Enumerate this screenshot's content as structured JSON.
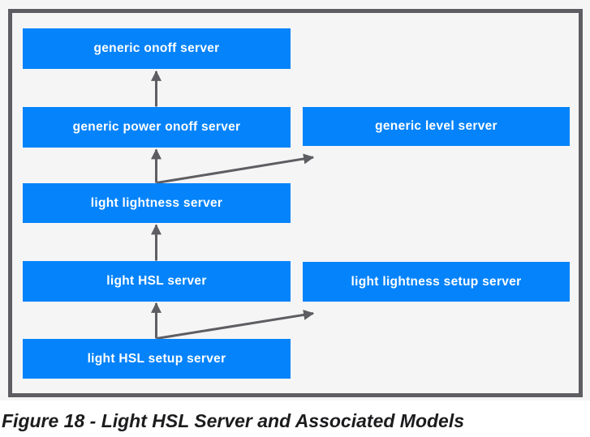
{
  "figure": {
    "caption": "Figure 18 - Light HSL Server and Associated Models"
  },
  "diagram": {
    "boxes": [
      {
        "id": "generic-onoff-server",
        "label": "generic onoff server"
      },
      {
        "id": "generic-power-onoff-server",
        "label": "generic power onoff server"
      },
      {
        "id": "generic-level-server",
        "label": "generic level server"
      },
      {
        "id": "light-lightness-server",
        "label": "light lightness server"
      },
      {
        "id": "light-hsl-server",
        "label": "light HSL server"
      },
      {
        "id": "light-lightness-setup-server",
        "label": "light lightness setup server"
      },
      {
        "id": "light-hsl-setup-server",
        "label": "light HSL setup server"
      }
    ],
    "relations": [
      {
        "from": "generic power onoff server",
        "to": "generic onoff server"
      },
      {
        "from": "light lightness server",
        "to": "generic power onoff server"
      },
      {
        "from": "light lightness server",
        "to": "generic level server"
      },
      {
        "from": "light HSL server",
        "to": "light lightness server"
      },
      {
        "from": "light HSL setup server",
        "to": "light HSL server"
      },
      {
        "from": "light HSL setup server",
        "to": "light lightness setup server"
      }
    ],
    "colors": {
      "box_fill": "#0583fa",
      "box_text": "#ffffff",
      "arrow": "#5e5e62",
      "frame_border": "#5e5e62",
      "figure_background": "#f5f5f6",
      "page_background": "#ffffff",
      "caption_text": "#1c1c1e"
    }
  }
}
